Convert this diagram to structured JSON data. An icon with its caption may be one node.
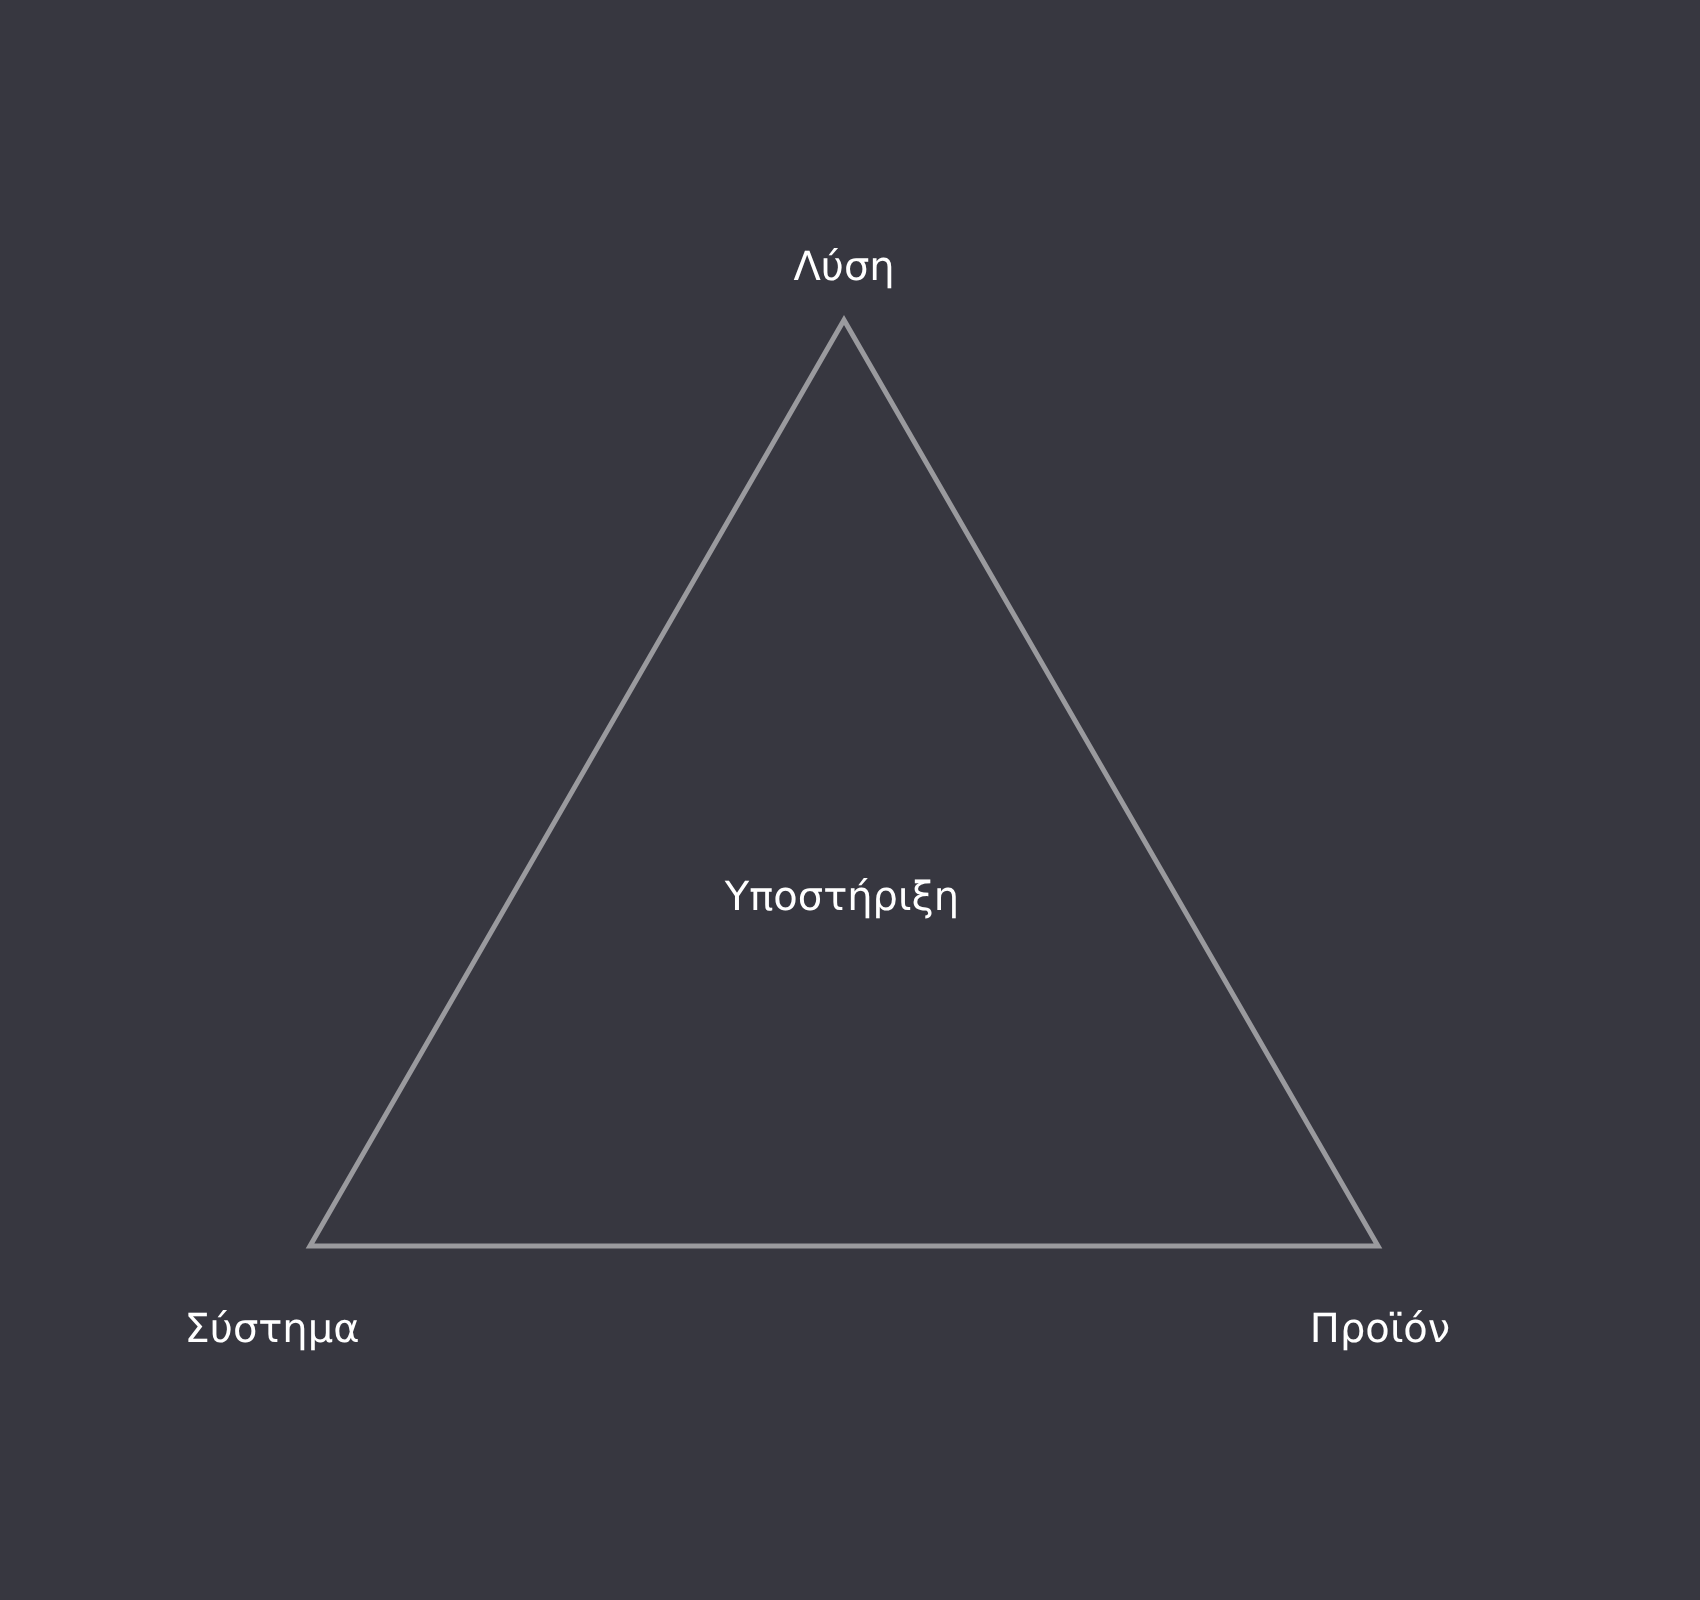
{
  "diagram": {
    "nodes": [
      {
        "text": [
          "Υποστήριξη"
        ],
        "beside": [
          "Λύση",
          "Σύστημα",
          "Προϊόν"
        ]
      }
    ]
  }
}
